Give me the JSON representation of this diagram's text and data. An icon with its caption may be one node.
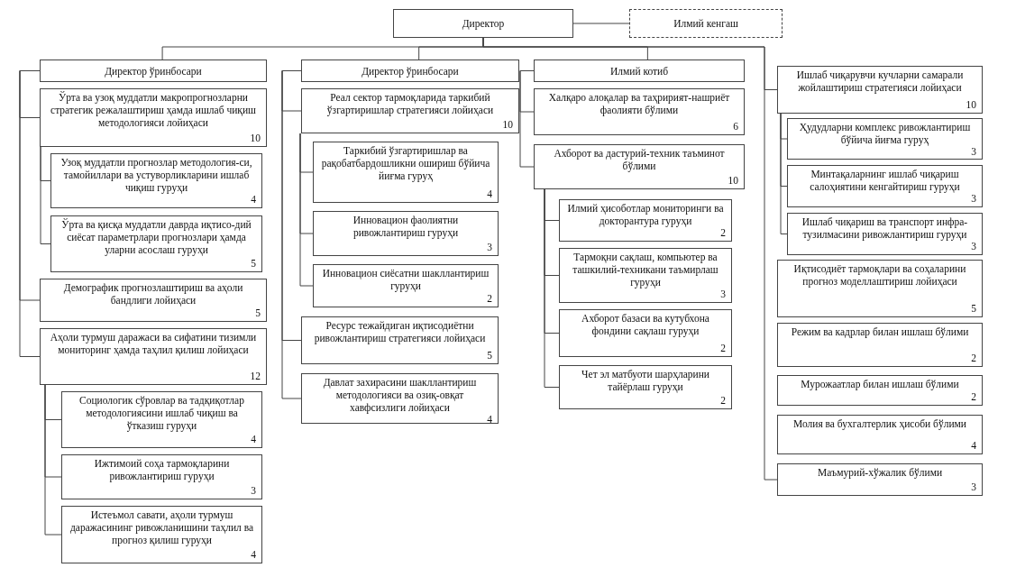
{
  "diagram": {
    "nodes": [
      {
        "text": [
          "Директор"
        ]
      },
      {
        "text": [
          "Илмий кенгаш"
        ]
      },
      {
        "text": [
          "Директор ўринбосари"
        ]
      },
      {
        "text": [
          "Ўрта ва узоқ муддатли макропрогнозларни стратегик режалаштириш ҳамда ишлаб чиқиш методологияси лойиҳаси",
          "10"
        ]
      },
      {
        "text": [
          "Узоқ муддатли прогнозлар методология-си, тамойиллари ва устуворликларини ишлаб чиқиш гуруҳи",
          "4"
        ]
      },
      {
        "text": [
          "Ўрта ва қисқа муддатли даврда иқтисо-дий сиёсат параметрлари прогнозлари ҳамда уларни асослаш гуруҳи",
          "5"
        ]
      },
      {
        "text": [
          "Демографик прогнозлаштириш ва аҳоли бандлиги лойиҳаси",
          "5"
        ]
      },
      {
        "text": [
          "Аҳоли турмуш даражаси ва сифатини тизимли мониторинг ҳамда таҳлил қилиш лойиҳаси",
          "12"
        ]
      },
      {
        "text": [
          "Социологик сўровлар ва тадқиқотлар методологиясини ишлаб чиқиш ва ўтказиш гуруҳи",
          "4"
        ]
      },
      {
        "text": [
          "Ижтимоий соҳа тармоқларини ривожлантириш гуруҳи",
          "3"
        ]
      },
      {
        "text": [
          "Истеъмол савати, аҳоли турмуш даражасининг ривожланишини таҳлил ва прогноз қилиш гуруҳи",
          "4"
        ]
      },
      {
        "text": [
          "Директор ўринбосари"
        ]
      },
      {
        "text": [
          "Реал сектор тармоқларида таркибий ўзгартиришлар стратегияси лойиҳаси",
          "10"
        ]
      },
      {
        "text": [
          "Таркибий ўзгартиришлар ва рақобатбардошликни ошириш бўйича йиғма гуруҳ",
          "4"
        ]
      },
      {
        "text": [
          "Инновацион фаолиятни ривожлантириш гуруҳи",
          "3"
        ]
      },
      {
        "text": [
          "Инновацион сиёсатни шакллантириш гуруҳи",
          "2"
        ]
      },
      {
        "text": [
          "Ресурс тежайдиган иқтисодиётни ривожлантириш стратегияси лойиҳаси",
          "5"
        ]
      },
      {
        "text": [
          "Давлат захирасини шакллантириш методологияси ва озиқ-овқат хавфсизлиги лойиҳаси",
          "4"
        ]
      },
      {
        "text": [
          "Илмий котиб"
        ]
      },
      {
        "text": [
          "Халқаро алоқалар ва таҳририят-нашриёт фаолияти бўлими",
          "6"
        ]
      },
      {
        "text": [
          "Ахборот ва дастурий-техник таъминот бўлими",
          "10"
        ]
      },
      {
        "text": [
          "Илмий ҳисоботлар мониторинги ва докторантура гуруҳи",
          "2"
        ]
      },
      {
        "text": [
          "Тармоқни сақлаш, компьютер ва ташкилий-техникани таъмирлаш гуруҳи",
          "3"
        ]
      },
      {
        "text": [
          "Ахборот базаси ва кутубхона фондини сақлаш гуруҳи",
          "2"
        ]
      },
      {
        "text": [
          "Чет эл матбуоти шарҳларини тайёрлаш гуруҳи",
          "2"
        ]
      },
      {
        "text": [
          "Ишлаб чиқарувчи кучларни самарали жойлаштириш стратегияси лойиҳаси",
          "10"
        ]
      },
      {
        "text": [
          "Ҳудудларни комплекс ривожлантириш бўйича йиғма гуруҳ",
          "3"
        ]
      },
      {
        "text": [
          "Минтақаларнинг ишлаб чиқариш салоҳиятини кенгайтириш гуруҳи",
          "3"
        ]
      },
      {
        "text": [
          "Ишлаб чиқариш ва транспорт инфра-тузилмасини ривожлантириш гуруҳи",
          "3"
        ]
      },
      {
        "text": [
          "Иқтисодиёт тармоқлари ва соҳаларини прогноз моделлаштириш лойиҳаси",
          "5"
        ]
      },
      {
        "text": [
          "Режим ва кадрлар билан ишлаш бўлими",
          "2"
        ]
      },
      {
        "text": [
          "Мурожаатлар билан ишлаш бўлими",
          "2"
        ]
      },
      {
        "text": [
          "Молия ва бухгалтерлик ҳисоби бўлими",
          "4"
        ]
      },
      {
        "text": [
          "Маъмурий-хўжалик бўлими",
          "3"
        ]
      }
    ],
    "edges": [
      {
        "from": 0,
        "to": 1,
        "arrow": "none"
      },
      {
        "from": 0,
        "to": 2,
        "arrow": "none"
      },
      {
        "from": 0,
        "to": 11,
        "arrow": "none"
      },
      {
        "from": 0,
        "to": 18,
        "arrow": "none"
      },
      {
        "from": 0,
        "to": 25,
        "arrow": "none"
      },
      {
        "from": 0,
        "to": 33,
        "arrow": "none"
      },
      {
        "from": 2,
        "to": 3,
        "arrow": "none"
      },
      {
        "from": 2,
        "to": 6,
        "arrow": "none"
      },
      {
        "from": 2,
        "to": 7,
        "arrow": "none"
      },
      {
        "from": 3,
        "to": 4,
        "arrow": "none"
      },
      {
        "from": 3,
        "to": 5,
        "arrow": "none"
      },
      {
        "from": 7,
        "to": 8,
        "arrow": "none"
      },
      {
        "from": 7,
        "to": 9,
        "arrow": "none"
      },
      {
        "from": 7,
        "to": 10,
        "arrow": "none"
      },
      {
        "from": 11,
        "to": 12,
        "arrow": "none"
      },
      {
        "from": 11,
        "to": 16,
        "arrow": "none"
      },
      {
        "from": 11,
        "to": 17,
        "arrow": "none"
      },
      {
        "from": 12,
        "to": 13,
        "arrow": "none"
      },
      {
        "from": 12,
        "to": 14,
        "arrow": "none"
      },
      {
        "from": 12,
        "to": 15,
        "arrow": "none"
      },
      {
        "from": 18,
        "to": 19,
        "arrow": "none"
      },
      {
        "from": 18,
        "to": 20,
        "arrow": "none"
      },
      {
        "from": 20,
        "to": 21,
        "arrow": "none"
      },
      {
        "from": 20,
        "to": 22,
        "arrow": "none"
      },
      {
        "from": 20,
        "to": 23,
        "arrow": "none"
      },
      {
        "from": 20,
        "to": 24,
        "arrow": "none"
      },
      {
        "from": 25,
        "to": 26,
        "arrow": "none"
      },
      {
        "from": 25,
        "to": 27,
        "arrow": "none"
      },
      {
        "from": 25,
        "to": 28,
        "arrow": "none"
      }
    ]
  }
}
